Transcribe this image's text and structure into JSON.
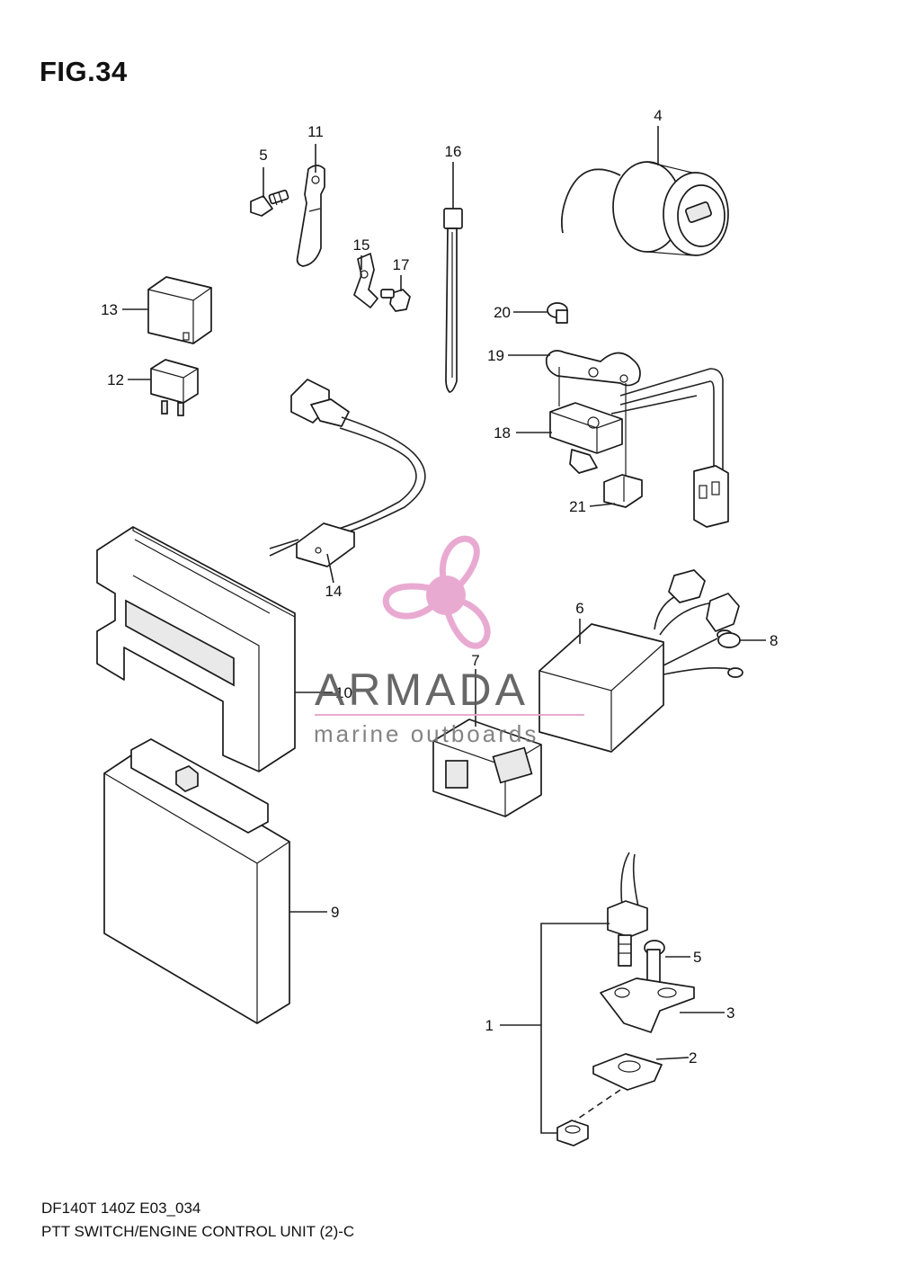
{
  "figure": {
    "title": "FIG.34",
    "model_code": "DF140T 140Z E03_034",
    "caption": "PTT SWITCH/ENGINE CONTROL UNIT (2)-C"
  },
  "watermark": {
    "brand": "ARMADA",
    "tagline": "marine outboards",
    "logo_icon": "propeller-icon",
    "logo_color": "#e8a3cf",
    "text_color": "#5b5b5b"
  },
  "callouts": [
    "1",
    "2",
    "3",
    "4",
    "5",
    "5",
    "6",
    "7",
    "8",
    "9",
    "10",
    "11",
    "12",
    "13",
    "14",
    "15",
    "16",
    "17",
    "18",
    "19",
    "20",
    "21"
  ]
}
